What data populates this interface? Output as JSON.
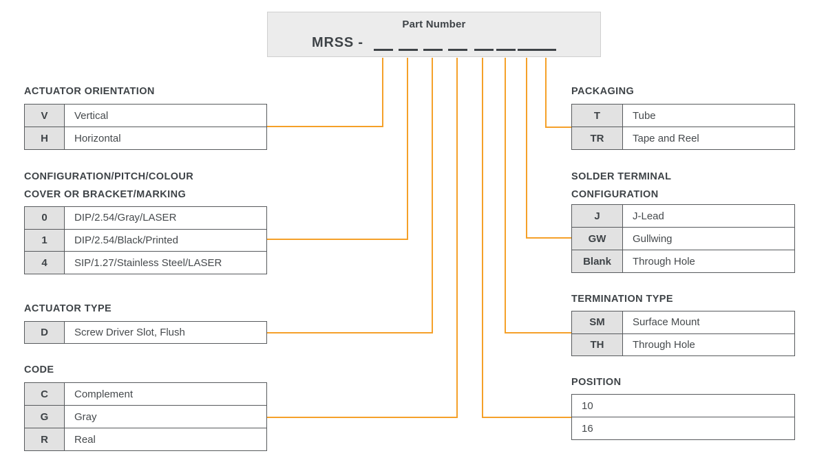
{
  "part_box": {
    "title": "Part Number",
    "prefix": "MRSS -",
    "blank_count": 8
  },
  "colors": {
    "accent_line": "#F5A028",
    "header_text": "#3E4347",
    "table_border": "#55585B",
    "code_cell_bg": "#E2E2E2",
    "part_box_bg": "#ECECEC"
  },
  "connector_targets": [
    "ACTUATOR ORIENTATION",
    "CONFIGURATION/PITCH/COLOUR COVER OR BRACKET/MARKING",
    "ACTUATOR TYPE",
    "CODE",
    "POSITION",
    "TERMINATION TYPE",
    "SOLDER TERMINAL CONFIGURATION",
    "PACKAGING"
  ],
  "left_sections": [
    {
      "title_lines": [
        "ACTUATOR ORIENTATION"
      ],
      "rows": [
        [
          "V",
          "Vertical"
        ],
        [
          "H",
          "Horizontal"
        ]
      ]
    },
    {
      "title_lines": [
        "CONFIGURATION/PITCH/COLOUR",
        "COVER OR BRACKET/MARKING"
      ],
      "rows": [
        [
          "0",
          "DIP/2.54/Gray/LASER"
        ],
        [
          "1",
          "DIP/2.54/Black/Printed"
        ],
        [
          "4",
          "SIP/1.27/Stainless Steel/LASER"
        ]
      ]
    },
    {
      "title_lines": [
        "ACTUATOR TYPE"
      ],
      "rows": [
        [
          "D",
          "Screw Driver Slot, Flush"
        ]
      ]
    },
    {
      "title_lines": [
        "CODE"
      ],
      "rows": [
        [
          "C",
          "Complement"
        ],
        [
          "G",
          "Gray"
        ],
        [
          "R",
          "Real"
        ]
      ]
    }
  ],
  "right_sections": [
    {
      "title_lines": [
        "PACKAGING"
      ],
      "rows": [
        [
          "T",
          "Tube"
        ],
        [
          "TR",
          "Tape and Reel"
        ]
      ]
    },
    {
      "title_lines": [
        "SOLDER TERMINAL",
        "CONFIGURATION"
      ],
      "rows": [
        [
          "J",
          "J-Lead"
        ],
        [
          "GW",
          "Gullwing"
        ],
        [
          "Blank",
          "Through Hole"
        ]
      ]
    },
    {
      "title_lines": [
        "TERMINATION TYPE"
      ],
      "rows": [
        [
          "SM",
          "Surface Mount"
        ],
        [
          "TH",
          "Through Hole"
        ]
      ]
    },
    {
      "title_lines": [
        "POSITION"
      ],
      "rows": [
        [
          "10"
        ],
        [
          "16"
        ]
      ]
    }
  ]
}
